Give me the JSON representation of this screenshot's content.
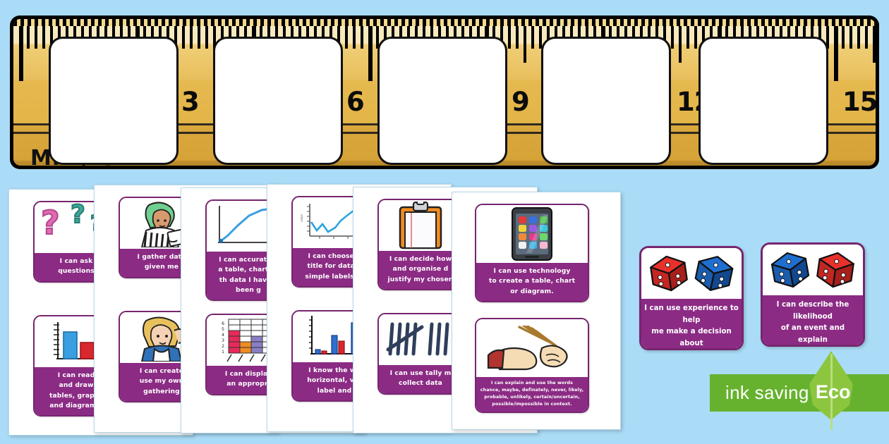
{
  "background_color": "#aadcf7",
  "theme": {
    "card_border": "#77256f",
    "card_caption_bg": "#8b2b84",
    "ruler_gold": "#e3b548",
    "eco_green": "#66b22e",
    "leaf_green": "#8cc63f"
  },
  "banner": {
    "name": "ruler-banner",
    "unit_label": "MM / CM",
    "numbers": [
      "3",
      "6",
      "9",
      "12",
      "15"
    ],
    "blank_cards": 5
  },
  "sheets": [
    {
      "id": "sheet-1",
      "cards": [
        {
          "icon": "question-marks-icon",
          "caption": "I can ask\nquestions"
        },
        {
          "icon": "bar-chart-icon",
          "caption": "I can read\nand draw\ntables, graphs\nand diagrams."
        }
      ]
    },
    {
      "id": "sheet-2",
      "cards": [
        {
          "icon": "girl-with-clipboard-icon",
          "caption": "I gather data\ngiven me"
        },
        {
          "icon": "girl-thinking-icon",
          "caption": "I can create\nuse my own\ngathering"
        }
      ]
    },
    {
      "id": "sheet-3",
      "cards": [
        {
          "icon": "line-graph-rising-icon",
          "caption": "I can accurately\na table, chart or\nth data I have c\nbeen g"
        },
        {
          "icon": "block-graph-icon",
          "caption": "I can display\nan appropri"
        }
      ]
    },
    {
      "id": "sheet-4",
      "cards": [
        {
          "icon": "line-chart-icon",
          "caption": "I can choose a\ntitle for data a\nsimple labels fo"
        },
        {
          "icon": "bar-chart-columns-icon",
          "caption": "I know the wo\nhorizontal, ver\nlabel and"
        }
      ]
    },
    {
      "id": "sheet-5",
      "cards": [
        {
          "icon": "clipboard-icon",
          "caption": "I can decide how\nand organise d\njustify my chosen"
        },
        {
          "icon": "tally-marks-icon",
          "caption": "I can use tally m\ncollect data"
        }
      ]
    },
    {
      "id": "sheet-6",
      "cards": [
        {
          "icon": "tablet-device-icon",
          "caption": "I can use technology\nto create a table, chart\nor diagram."
        },
        {
          "icon": "hands-drawing-straws-icon",
          "caption": "I can explain and use the words\nchance, maybe, definately, never, likely,\nprobable, unlikely, certain/uncertain,\npossible/impossible in context."
        }
      ]
    }
  ],
  "dice_cards": [
    {
      "id": "dice-card-experience",
      "icon": "two-dice-red-blue-icon",
      "caption": "I can use experience to help\nme make a decision about\nthe likelihood of an event."
    },
    {
      "id": "dice-card-likelihood",
      "icon": "two-dice-blue-red-icon",
      "caption": "I can describe the likelihood\nof an event and explain\nmy thinking."
    }
  ],
  "eco_badge": {
    "text": "ink saving",
    "word": "Eco",
    "icon": "leaf-icon"
  }
}
